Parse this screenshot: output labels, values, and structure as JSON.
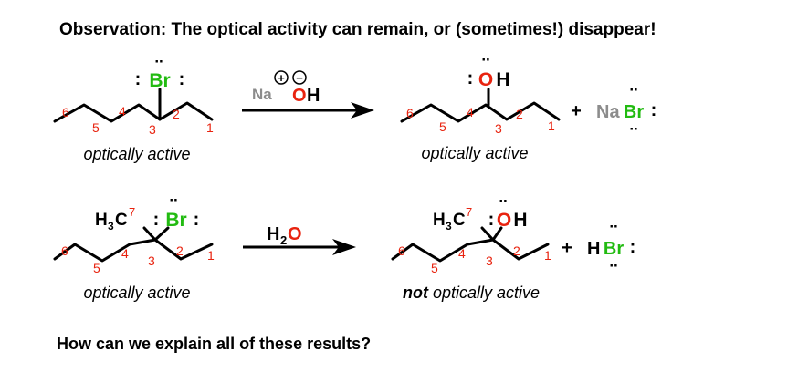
{
  "heading": "Observation:  The optical activity can remain, or (sometimes!) disappear!",
  "footer": "How can we explain all of these results?",
  "colors": {
    "black": "#000000",
    "red": "#e8230f",
    "green": "#22bb11",
    "gray": "#8c8c8c"
  },
  "atoms": {
    "br": "Br",
    "oh_o": "O",
    "oh_h": "H",
    "na": "Na",
    "h": "H",
    "h3c_h": "H",
    "h3c_3": "3",
    "h3c_c": "C",
    "h2o_h": "H",
    "h2o_2": "2",
    "h2o_o": "O",
    "plus": "+",
    "lone_pair_colon": ":",
    "lone_pair_dots": "··",
    "charge_plus": "+",
    "charge_minus": "−"
  },
  "numbers": {
    "c1": "1",
    "c2": "2",
    "c3": "3",
    "c4": "4",
    "c5": "5",
    "c6": "6",
    "c7": "7"
  },
  "labels": {
    "optically_active": "optically active",
    "not_word": "not",
    "optically_active_rest": " optically active"
  }
}
